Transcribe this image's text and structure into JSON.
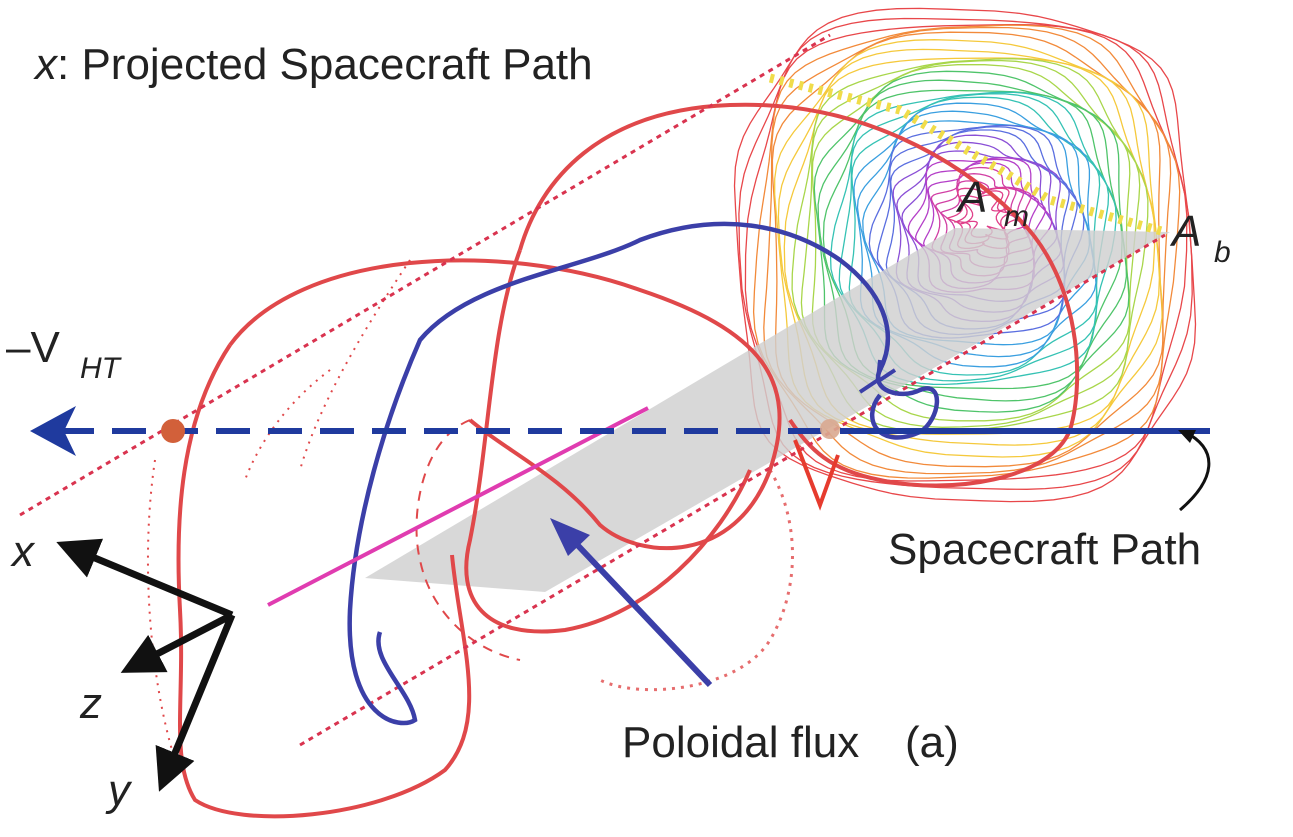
{
  "labels": {
    "projected_path_prefix": "x",
    "projected_path_text": ": Projected Spacecraft Path",
    "am_main": "A",
    "am_sub": "m",
    "ab_main": "A",
    "ab_sub": "b",
    "vht_main": "–V",
    "vht_sub": "HT",
    "spacecraft_path": "Spacecraft Path",
    "poloidal_flux": "Poloidal flux",
    "panel": "(a)",
    "axis_x": "x",
    "axis_y": "y",
    "axis_z": "z"
  },
  "colors": {
    "flux_rope": "#e0484a",
    "projection": "#d9334f",
    "spacecraft_path": "#1f3a9e",
    "field_line": "#3b3fa8",
    "plane": "#cfcfcf",
    "magenta_axis": "#e03cb0",
    "marker": "#d2603a",
    "boundary_dots": "#f0dc4a",
    "axes": "#111111"
  },
  "contour_palette": [
    "#e8474a",
    "#f28a3a",
    "#f5c93c",
    "#a8d64a",
    "#4fc46a",
    "#35c2b4",
    "#3a9fe0",
    "#5a6ee0",
    "#8a4fd6",
    "#b43fc8",
    "#d13fa4",
    "#e0408a"
  ]
}
